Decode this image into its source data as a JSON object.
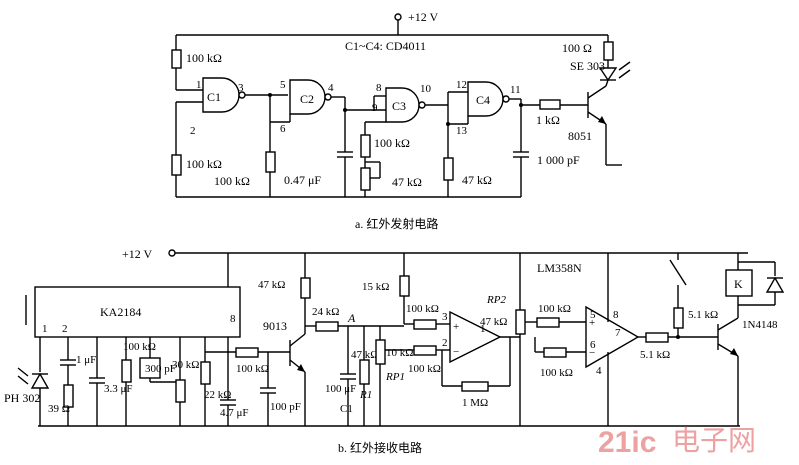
{
  "transmitter": {
    "supply": "+12 V",
    "ic_note": "C1~C4: CD4011",
    "gates": [
      "C1",
      "C2",
      "C3",
      "C4"
    ],
    "pins": [
      "1",
      "2",
      "3",
      "5",
      "6",
      "4",
      "8",
      "9",
      "10",
      "12",
      "13",
      "11"
    ],
    "resistors": [
      "100 kΩ",
      "100 kΩ",
      "100 kΩ",
      "100 kΩ",
      "47 kΩ",
      "47 kΩ",
      "100 Ω",
      "1 kΩ"
    ],
    "capacitors": [
      "0.47 μF",
      "1 000 pF"
    ],
    "led": "SE 303",
    "transistor": "8051",
    "caption": "a. 红外发射电路"
  },
  "receiver": {
    "supply": "+12 V",
    "ic1": "KA2184",
    "ic1_pins": [
      "1",
      "2",
      "8"
    ],
    "ic2": "LM358N",
    "opamp_pins": [
      "3",
      "2",
      "1",
      "5",
      "6",
      "7",
      "8",
      "4"
    ],
    "photodiode": "PH 302",
    "transistor": "9013",
    "labels": {
      "r_39": "39 Ω",
      "c_1u": "1 μF",
      "c_3u3": "3.3 μF",
      "r_100k_a": "100 kΩ",
      "c_300p": "300 pF",
      "r_30k": "30 kΩ",
      "r_22k": "22 kΩ",
      "c_4u7": "4.7 μF",
      "r_100k_b": "100 kΩ",
      "c_100p": "100 pF",
      "r_47k_c": "47 kΩ",
      "r_24k": "24 kΩ",
      "node_a": "A",
      "c1": "C1",
      "c1_val": "100 μF",
      "r1": "R1",
      "r1_val": "47 kΩ",
      "rp1": "RP1",
      "rp1_val": "10 kΩ",
      "r_15k": "15 kΩ",
      "r_100k_c": "100 kΩ",
      "r_100k_d": "100 kΩ",
      "r_1m": "1 MΩ",
      "rp2": "RP2",
      "rp2_val": "47 kΩ",
      "r_100k_e": "100 kΩ",
      "r_100k_f": "100 kΩ",
      "r_5k1_a": "5.1 kΩ",
      "r_5k1_b": "5.1 kΩ",
      "relay": "K",
      "diode": "1N4148"
    },
    "caption": "b. 红外接收电路"
  },
  "watermark": {
    "brand": "21ic",
    "site": "电子网"
  }
}
